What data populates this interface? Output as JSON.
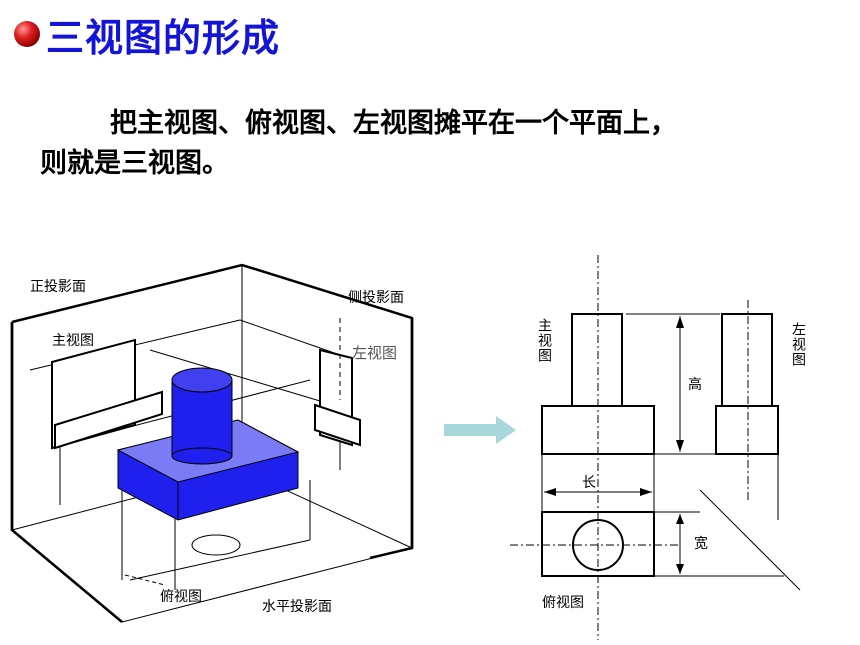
{
  "title": "三视图的形成",
  "paragraph": {
    "line1": "把主视图、俯视图、左视图摊平在一个平面上，",
    "line2": "则就是三视图。"
  },
  "left_figure": {
    "front_plane": "正投影面",
    "side_plane": "侧投影面",
    "front_view": "主视图",
    "left_view": "左视图",
    "top_view": "俯视图",
    "horizontal_plane": "水平投影面"
  },
  "right_figure": {
    "front_view": "主视图",
    "left_view": "左视图",
    "top_view": "俯视图",
    "height": "高",
    "length": "长",
    "width": "宽"
  },
  "colors": {
    "title": "#1414d8",
    "solid_fill": "#2020ee",
    "solid_top": "#7b7bf5",
    "arrow": "#a8d8dc"
  }
}
